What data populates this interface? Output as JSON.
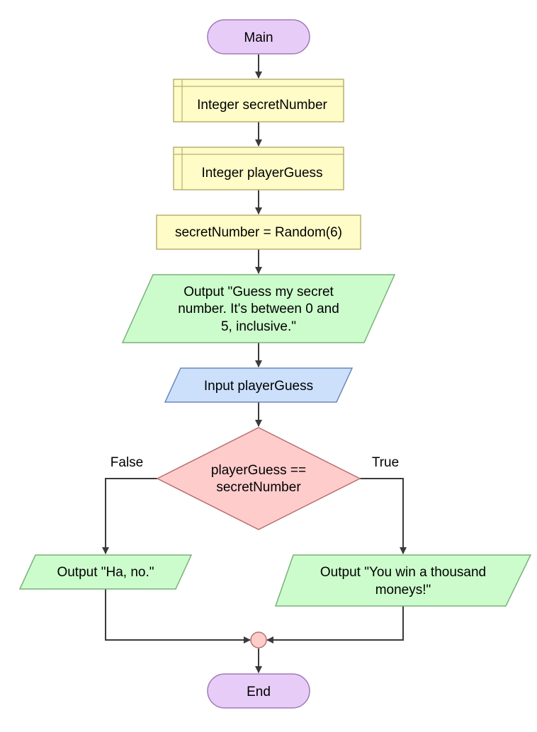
{
  "flowchart": {
    "start": {
      "label": "Main"
    },
    "declare_secret": {
      "label": "Integer secretNumber"
    },
    "declare_guess": {
      "label": "Integer playerGuess"
    },
    "assign": {
      "label": "secretNumber = Random(6)"
    },
    "output_prompt": {
      "lines": [
        "Output \"Guess my secret",
        "number. It's between 0 and",
        "5, inclusive.\""
      ]
    },
    "input_guess": {
      "label": "Input playerGuess"
    },
    "decision": {
      "lines": [
        "playerGuess ==",
        "secretNumber"
      ],
      "false_label": "False",
      "true_label": "True"
    },
    "output_false": {
      "label": "Output \"Ha, no.\""
    },
    "output_true": {
      "lines": [
        "Output \"You win a thousand",
        "moneys!\""
      ]
    },
    "end": {
      "label": "End"
    }
  },
  "colors": {
    "terminal_fill": "#e8ccf8",
    "terminal_stroke": "#a07ab8",
    "declare_fill": "#fffcc8",
    "declare_stroke": "#b8b070",
    "assign_fill": "#fffcc8",
    "assign_stroke": "#b8b070",
    "output_fill": "#ccfccc",
    "output_stroke": "#7ab07a",
    "input_fill": "#cce0fc",
    "input_stroke": "#6a88b8",
    "decision_fill": "#ffcccc",
    "decision_stroke": "#b87070",
    "connector_fill": "#ffcccc",
    "connector_stroke": "#b87070",
    "edge": "#3a3a3a"
  }
}
